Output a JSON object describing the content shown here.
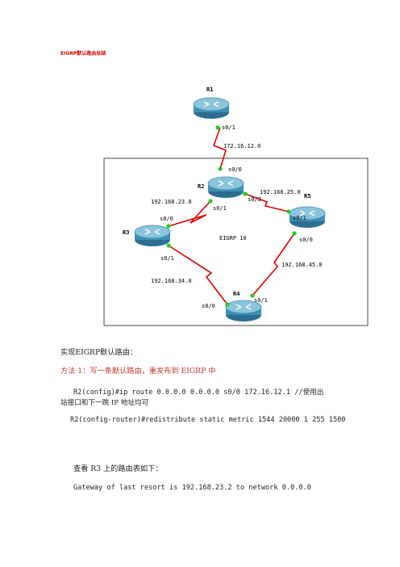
{
  "document": {
    "title": "EIGRP默认路由总结"
  },
  "diagram": {
    "routers": [
      {
        "id": "R1",
        "label": "R1"
      },
      {
        "id": "R2",
        "label": "R2"
      },
      {
        "id": "R3",
        "label": "R3"
      },
      {
        "id": "R4",
        "label": "R4"
      },
      {
        "id": "R5",
        "label": "R5"
      }
    ],
    "interfaces": {
      "r1_s01": "s0/1",
      "r2_s00": "s0/0",
      "r2_s01": "s0/1",
      "r2_s02": "s0/2",
      "r3_s00": "s0/0",
      "r3_s01": "s0/1",
      "r4_s00": "s0/0",
      "r4_s01": "s0/1",
      "r5_s01": "s0/1",
      "r5_s00": "s0/0"
    },
    "networks": {
      "r1_r2": "172.16.12.0",
      "r2_r3": "192.168.23.0",
      "r2_r5": "192.168.25.0",
      "r3_r4": "192.168.34.0",
      "r4_r5": "192.168.45.0"
    },
    "area_label": "EIGRP 10",
    "colors": {
      "link": "#e00000",
      "port_dot": "#22cc22",
      "router_body": "#3d8fb5",
      "router_top": "#8cc4dc"
    }
  },
  "content": {
    "intro": "实现EIGRP默认路由：",
    "method1": "方法 1：写一条默认路由，重发布到 EIGRP 中",
    "cmd1_line1": "R2(config)#ip route 0.0.0.0 0.0.0.0 s0/0 172.16.12.1    //使用出",
    "cmd1_line2": "站接口和下一跳 IP 地址均可",
    "cmd2": "R2(config-router)#redistribute static metric 1544 20000 1 255 1500",
    "check": "查看 R3 上的路由表如下：",
    "gateway": "Gateway of last resort is 192.168.23.2 to network 0.0.0.0"
  }
}
